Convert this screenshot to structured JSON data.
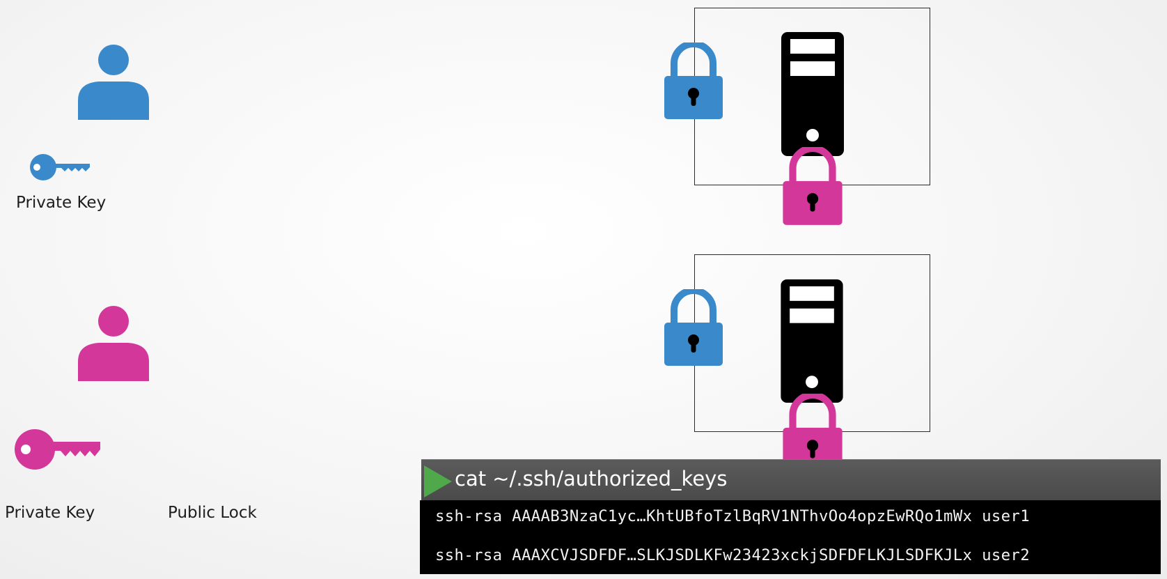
{
  "colors": {
    "blue": "#3a8acb",
    "magenta": "#d4379a",
    "server": "#000000",
    "terminal_header": "#4f4f4f",
    "terminal_body": "#000000",
    "play": "#4fa84a"
  },
  "users": [
    {
      "color": "blue",
      "icon": "user-icon",
      "key_icon": "key-icon",
      "key_label": "Private Key"
    },
    {
      "color": "magenta",
      "icon": "user-icon",
      "key_icon": "key-icon",
      "key_label": "Private Key",
      "lock_label": "Public Lock"
    }
  ],
  "servers": [
    {
      "icon": "server-icon",
      "locks": [
        "blue",
        "magenta"
      ]
    },
    {
      "icon": "server-icon",
      "locks": [
        "blue",
        "magenta"
      ]
    }
  ],
  "terminal": {
    "command": "cat ~/.ssh/authorized_keys",
    "lines": [
      "ssh-rsa AAAAB3NzaC1yc…KhtUBfoTzlBqRV1NThvOo4opzEwRQo1mWx user1",
      "ssh-rsa AAAXCVJSDFDF…SLKJSDLKFw23423xckjSDFDFLKJLSDFKJLx user2"
    ]
  }
}
